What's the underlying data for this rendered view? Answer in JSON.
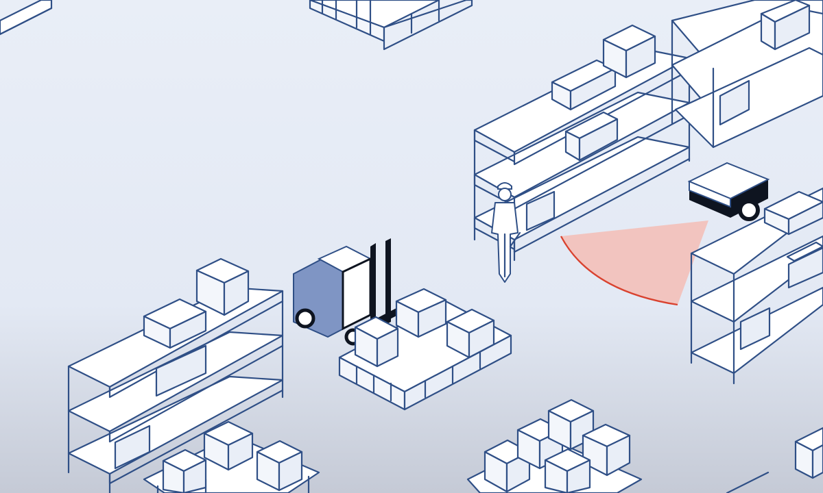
{
  "scene": {
    "kind": "isometric warehouse illustration",
    "objects": [
      "shelving-unit-front-left",
      "shelving-unit-center-back",
      "shelving-unit-right",
      "forklift",
      "pallet-stack-center",
      "pallet-stack-bottom",
      "worker",
      "autonomous-mobile-robot",
      "sensor-scan-zone"
    ]
  },
  "colors": {
    "background_top": "#e6ecf6",
    "background_bottom": "#c9ceda",
    "line": "#2f4f86",
    "box_fill": "#ffffff",
    "forklift_body": "#7f95c4",
    "forklift_dark": "#0e1420",
    "scan_fill": "#f2c2bc",
    "scan_edge": "#d9422f",
    "robot_body": "#ffffff",
    "robot_dark": "#0e1420"
  }
}
